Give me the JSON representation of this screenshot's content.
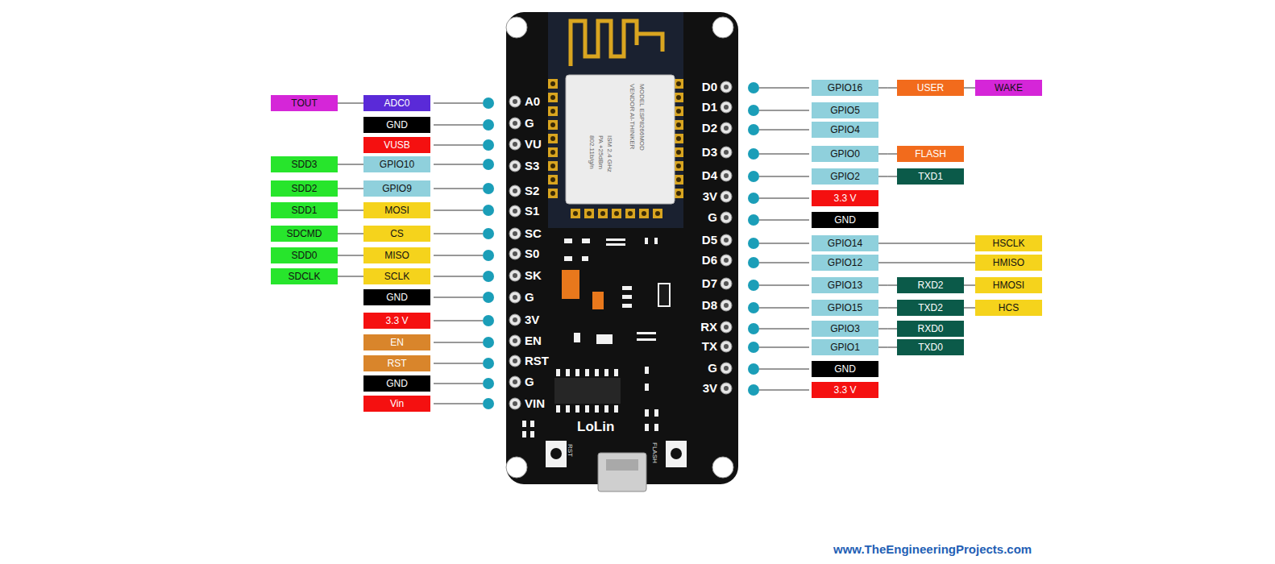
{
  "diagram": {
    "nodes": [
      {
        "text": [
          "TOUT"
        ]
      },
      {
        "text": [
          "ADC0"
        ]
      },
      {
        "text": [
          "GND"
        ]
      },
      {
        "text": [
          "VUSB"
        ]
      },
      {
        "text": [
          "SDD3"
        ]
      },
      {
        "text": [
          "GPIO10"
        ]
      },
      {
        "text": [
          "SDD2"
        ]
      },
      {
        "text": [
          "GPIO9"
        ]
      },
      {
        "text": [
          "SDD1"
        ]
      },
      {
        "text": [
          "MOSI"
        ]
      },
      {
        "text": [
          "SDCMD"
        ]
      },
      {
        "text": [
          "CS"
        ]
      },
      {
        "text": [
          "SDD0"
        ]
      },
      {
        "text": [
          "MISO"
        ]
      },
      {
        "text": [
          "SDCLK"
        ]
      },
      {
        "text": [
          "SCLK"
        ]
      },
      {
        "text": [
          "GND"
        ]
      },
      {
        "text": [
          "3.3 V"
        ]
      },
      {
        "text": [
          "EN"
        ]
      },
      {
        "text": [
          "RST"
        ]
      },
      {
        "text": [
          "GND"
        ]
      },
      {
        "text": [
          "Vin"
        ]
      },
      {
        "text": [
          "GPIO16"
        ]
      },
      {
        "text": [
          "USER"
        ]
      },
      {
        "text": [
          "WAKE"
        ]
      },
      {
        "text": [
          "GPIO5"
        ]
      },
      {
        "text": [
          "GPIO4"
        ]
      },
      {
        "text": [
          "GPIO0"
        ]
      },
      {
        "text": [
          "FLASH"
        ]
      },
      {
        "text": [
          "GPIO2"
        ]
      },
      {
        "text": [
          "TXD1"
        ]
      },
      {
        "text": [
          "3.3 V"
        ]
      },
      {
        "text": [
          "GND"
        ]
      },
      {
        "text": [
          "GPIO14"
        ]
      },
      {
        "text": [
          "HSCLK"
        ]
      },
      {
        "text": [
          "GPIO12"
        ]
      },
      {
        "text": [
          "HMISO"
        ]
      },
      {
        "text": [
          "GPIO13"
        ]
      },
      {
        "text": [
          "RXD2"
        ]
      },
      {
        "text": [
          "HMOSI"
        ]
      },
      {
        "text": [
          "GPIO15"
        ]
      },
      {
        "text": [
          "TXD2"
        ]
      },
      {
        "text": [
          "HCS"
        ]
      },
      {
        "text": [
          "GPIO3"
        ]
      },
      {
        "text": [
          "RXD0"
        ]
      },
      {
        "text": [
          "GPIO1"
        ]
      },
      {
        "text": [
          "TXD0"
        ]
      },
      {
        "text": [
          "GND"
        ]
      },
      {
        "text": [
          "3.3 V"
        ]
      }
    ],
    "edges": [
      {
        "from": 0,
        "to": 1,
        "arrow": "none"
      },
      {
        "from": 4,
        "to": 5,
        "arrow": "none"
      },
      {
        "from": 6,
        "to": 7,
        "arrow": "none"
      },
      {
        "from": 8,
        "to": 9,
        "arrow": "none"
      },
      {
        "from": 10,
        "to": 11,
        "arrow": "none"
      },
      {
        "from": 12,
        "to": 13,
        "arrow": "none"
      },
      {
        "from": 14,
        "to": 15,
        "arrow": "none"
      },
      {
        "from": 22,
        "to": 23,
        "arrow": "none"
      },
      {
        "from": 23,
        "to": 24,
        "arrow": "none"
      },
      {
        "from": 27,
        "to": 28,
        "arrow": "none"
      },
      {
        "from": 29,
        "to": 30,
        "arrow": "none"
      },
      {
        "from": 33,
        "to": 34,
        "arrow": "none"
      },
      {
        "from": 35,
        "to": 36,
        "arrow": "none"
      },
      {
        "from": 37,
        "to": 38,
        "arrow": "none"
      },
      {
        "from": 38,
        "to": 39,
        "arrow": "none"
      },
      {
        "from": 40,
        "to": 41,
        "arrow": "none"
      },
      {
        "from": 41,
        "to": 42,
        "arrow": "none"
      },
      {
        "from": 43,
        "to": 44,
        "arrow": "none"
      },
      {
        "from": 45,
        "to": 46,
        "arrow": "none"
      }
    ],
    "labels": [
      "A0",
      "G",
      "VU",
      "S3",
      "S2",
      "S1",
      "SC",
      "S0",
      "SK",
      "G",
      "3V",
      "EN",
      "RST",
      "G",
      "VIN",
      "D0",
      "D1",
      "D2",
      "D3",
      "D4",
      "3V",
      "G",
      "D5",
      "D6",
      "D7",
      "D8",
      "RX",
      "TX",
      "G",
      "3V",
      "LoLin",
      "RST",
      "FLASH",
      "MODEL ESP8266MOD",
      "VENDOR AI-THINKER",
      "ISM 2.4 GHz",
      "PA +25dBm",
      "802.11b/g/n",
      "www.TheEngineeringProjects.com"
    ]
  }
}
